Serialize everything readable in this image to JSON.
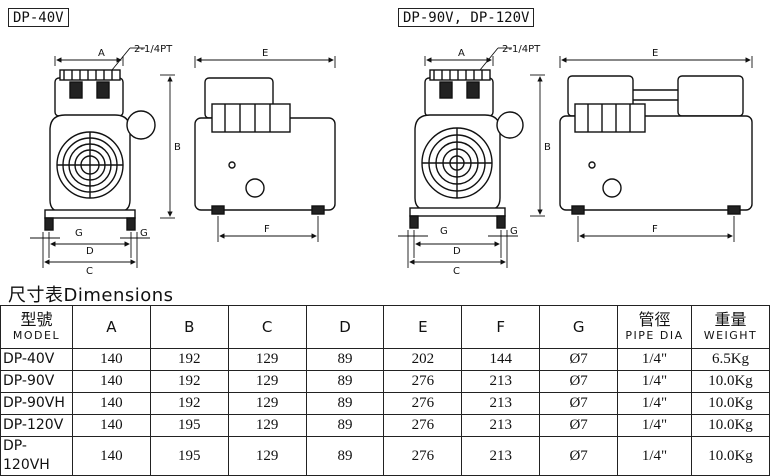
{
  "labels": {
    "left_model": "DP-40V",
    "right_model": "DP-90V, DP-120V",
    "port_left": "2-1/4PT",
    "port_right": "2-1/4PT"
  },
  "dimension_letters": {
    "A": "A",
    "B": "B",
    "C": "C",
    "D": "D",
    "E": "E",
    "F": "F",
    "G": "G"
  },
  "section_title": "尺寸表Dimensions",
  "table": {
    "headers": {
      "model_main": "型號",
      "model_sub": "MODEL",
      "A": "A",
      "B": "B",
      "C": "C",
      "D": "D",
      "E": "E",
      "F": "F",
      "G": "G",
      "pipe_main": "管徑",
      "pipe_sub": "PIPE DIA",
      "weight_main": "重量",
      "weight_sub": "WEIGHT"
    },
    "rows": [
      {
        "model": "DP-40V",
        "A": "140",
        "B": "192",
        "C": "129",
        "D": "89",
        "E": "202",
        "F": "144",
        "G": "Ø7",
        "pipe": "1/4\"",
        "weight": "6.5Kg"
      },
      {
        "model": "DP-90V",
        "A": "140",
        "B": "192",
        "C": "129",
        "D": "89",
        "E": "276",
        "F": "213",
        "G": "Ø7",
        "pipe": "1/4\"",
        "weight": "10.0Kg"
      },
      {
        "model": "DP-90VH",
        "A": "140",
        "B": "192",
        "C": "129",
        "D": "89",
        "E": "276",
        "F": "213",
        "G": "Ø7",
        "pipe": "1/4\"",
        "weight": "10.0Kg"
      },
      {
        "model": "DP-120V",
        "A": "140",
        "B": "195",
        "C": "129",
        "D": "89",
        "E": "276",
        "F": "213",
        "G": "Ø7",
        "pipe": "1/4\"",
        "weight": "10.0Kg"
      },
      {
        "model": "DP-120VH",
        "A": "140",
        "B": "195",
        "C": "129",
        "D": "89",
        "E": "276",
        "F": "213",
        "G": "Ø7",
        "pipe": "1/4\"",
        "weight": "10.0Kg"
      }
    ]
  }
}
